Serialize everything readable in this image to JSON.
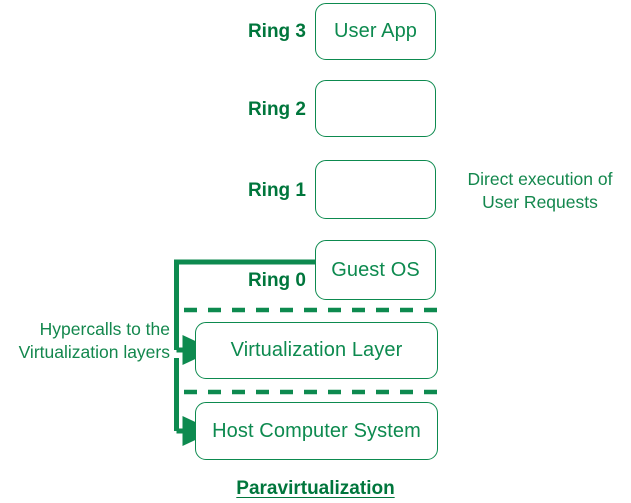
{
  "diagram": {
    "title": "Paravirtualization",
    "accent_color": "#0d8a4f",
    "label_color": "#00763c",
    "rings": [
      {
        "label": "Ring 3",
        "box_text": "User App"
      },
      {
        "label": "Ring 2",
        "box_text": ""
      },
      {
        "label": "Ring 1",
        "box_text": ""
      },
      {
        "label": "Ring 0",
        "box_text": "Guest OS"
      }
    ],
    "layers": [
      {
        "box_text": "Virtualization Layer"
      },
      {
        "box_text": "Host Computer System"
      }
    ],
    "annotations": {
      "right_note": "Direct execution of\nUser Requests",
      "left_note": "Hypercalls to the\nVirtualization layers"
    }
  }
}
